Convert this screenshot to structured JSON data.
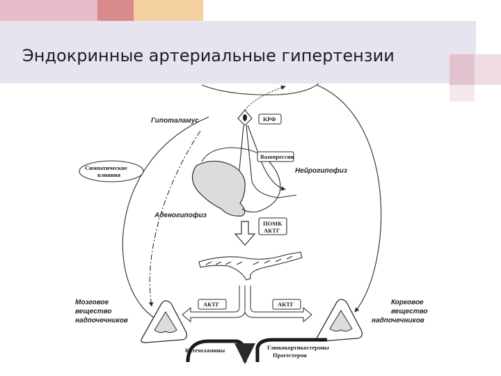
{
  "slide": {
    "title": "Эндокринные артериальные гипертензии",
    "colors": {
      "band": "#e7e3ef",
      "deco_pink": "#e8bcc8",
      "deco_rose": "#d98a8a",
      "deco_peach": "#f4cfa0"
    }
  },
  "diagram": {
    "labels": {
      "hypothalamus": "Гипоталамус",
      "crf": "КРФ",
      "vasopressin": "Вазопрессин",
      "neurohypophysis": "Нейрогипофиз",
      "sympathetic_line1": "Симпатические",
      "sympathetic_line2": "влияния",
      "adenohypophysis": "Аденогипофиз",
      "pomc_line1": "ПОМК",
      "pomc_line2": "АКТГ",
      "actg_left": "АКТГ",
      "actg_right": "АКТГ",
      "medulla_line1": "Мозговое",
      "medulla_line2": "вещество",
      "medulla_line3": "надпочечников",
      "cortex_line1": "Корковое",
      "cortex_line2": "вещество",
      "cortex_line3": "надпочечников",
      "catecholamines": "Катехоламины",
      "glucocorticoids_line1": "Глюкокортикостероны",
      "glucocorticoids_line2": "Прогестерон"
    }
  }
}
